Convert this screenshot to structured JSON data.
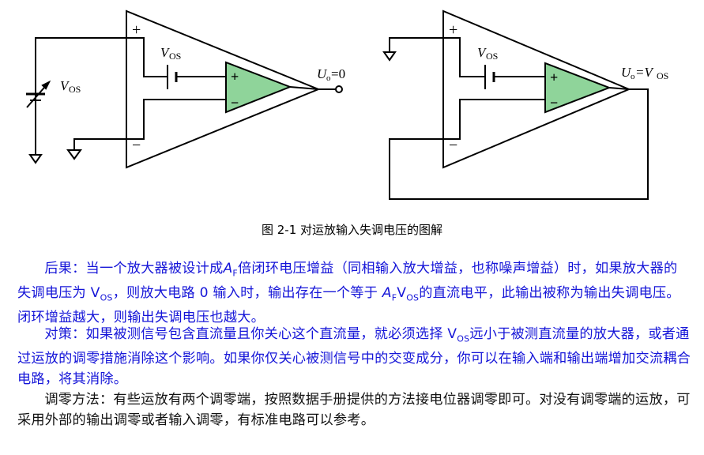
{
  "figure": {
    "left_circuit": {
      "plus_sign": "+",
      "minus_sign": "−",
      "inner_plus": "+",
      "inner_minus": "−",
      "vos_label_main": "V",
      "vos_label_sub": "OS",
      "source_label_main": "V",
      "source_label_sub": "OS",
      "output_label": "U",
      "output_sub": "o",
      "output_value": "=0"
    },
    "right_circuit": {
      "plus_sign": "+",
      "minus_sign": "−",
      "inner_plus": "+",
      "inner_minus": "−",
      "vos_label_main": "V",
      "vos_label_sub": "OS",
      "output_label": "U",
      "output_sub": "o",
      "output_eq": "=V",
      "output_eq_sub": "OS"
    },
    "colors": {
      "inner_amp_fill": "#8fd49a",
      "wire": "#000000"
    }
  },
  "caption": "图 2-1  对运放输入失调电压的图解",
  "paragraphs": {
    "p1": {
      "before": "后果：当一个放大器被设计成",
      "af_main": "A",
      "af_sub": "F",
      "middle": "倍闭环电压增益（同相输入放大增益，也称噪声增益）时，如果放大器的失调电压为 V",
      "vos_sub": "OS",
      "after": "，则放大电路 0 输入时，输出存在一个等于",
      "af2_main": "A",
      "af2_sub": "F",
      "v2": "V",
      "v2_sub": "OS",
      "end": "的直流电平，此输出被称为输出失调电压。闭环增益越大，则输出失调电压也越大。"
    },
    "p2": {
      "before": "对策：如果被测信号包含直流量且你关心这个直流量，就必须选择 V",
      "vos_sub": "OS",
      "after": "远小于被测直流量的放大器，或者通过运放的调零措施消除这个影响。如果你仅关心被测信号中的交变成分，你可以在输入端和输出端增加交流耦合电路，将其消除。"
    },
    "p3": {
      "text": "调零方法：有些运放有两个调零端，按照数据手册提供的方法接电位器调零即可。对没有调零端的运放，可采用外部的输出调零或者输入调零，有标准电路可以参考。"
    },
    "colors": {
      "blue_text": "#1515d8",
      "black_text": "#111111"
    }
  }
}
